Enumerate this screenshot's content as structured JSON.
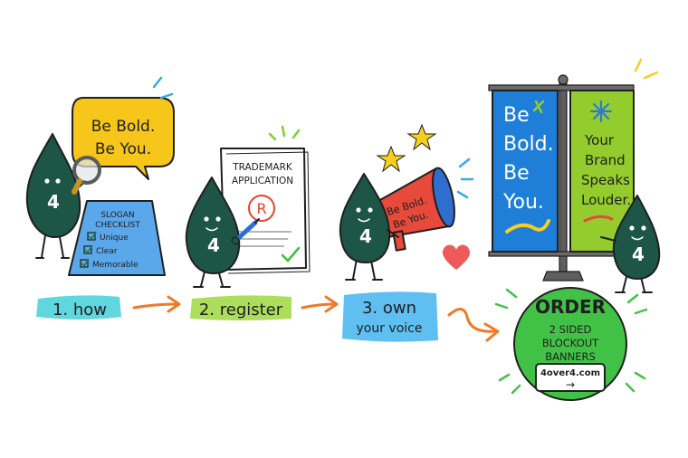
{
  "mascot": {
    "number": "4"
  },
  "steps": [
    {
      "label": "1. how"
    },
    {
      "label": "2. register"
    },
    {
      "label_line1": "3. own",
      "label_line2": "your voice"
    }
  ],
  "step1": {
    "bubble_line1": "Be Bold.",
    "bubble_line2": "Be You.",
    "checklist_title_line1": "SLOGAN",
    "checklist_title_line2": "CHECKLIST",
    "checklist_items": [
      "Unique",
      "Clear",
      "Memorable"
    ]
  },
  "step2": {
    "doc_title_line1": "TRADEMARK",
    "doc_title_line2": "APPLICATION",
    "registered_symbol": "R"
  },
  "step3": {
    "megaphone_line1": "Be Bold.",
    "megaphone_line2": "Be You."
  },
  "banners": {
    "left_lines": [
      "Be",
      "Bold.",
      "Be",
      "You."
    ],
    "right_lines": [
      "Your",
      "Brand",
      "Speaks",
      "Louder."
    ]
  },
  "order": {
    "title": "ORDER",
    "line1": "2 SIDED",
    "line2": "BLOCKOUT",
    "line3": "BANNERS",
    "url": "4over4.com",
    "arrow": "→"
  },
  "colors": {
    "drop": "#1d5646",
    "bubble_yellow": "#f7c61b",
    "checklist_blue": "#5aa7ea",
    "highlight_cyan": "#4fd2da",
    "highlight_green": "#a9db54",
    "highlight_blue": "#4db8ee",
    "arrow_orange": "#ef7a29",
    "megaphone_red": "#e7493a",
    "banner_blue": "#1e7ed8",
    "banner_green": "#95cc2d",
    "order_green": "#41c246",
    "star_yellow": "#f5cf1d",
    "heart_red": "#ee5a5a"
  }
}
